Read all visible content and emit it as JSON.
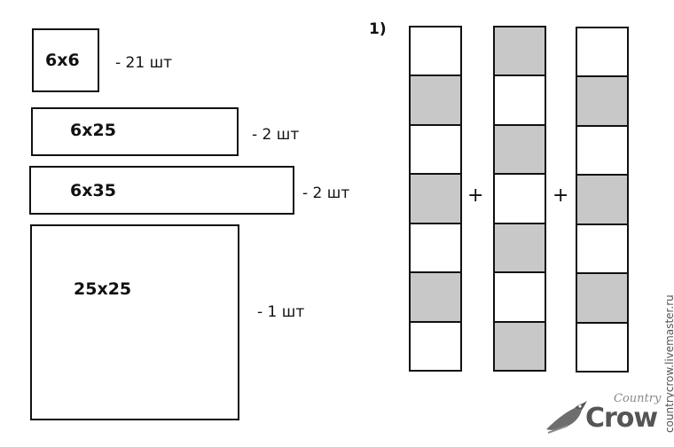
{
  "pieces": [
    {
      "label": "6x6",
      "qty": "- 21 шт"
    },
    {
      "label": "6x25",
      "qty": "- 2 шт"
    },
    {
      "label": "6x35",
      "qty": "- 2 шт"
    },
    {
      "label": "25x25",
      "qty": "- 1 шт"
    }
  ],
  "step_label": "1)",
  "strips": [
    [
      "white",
      "gray",
      "white",
      "gray",
      "white",
      "gray",
      "white"
    ],
    [
      "gray",
      "white",
      "gray",
      "white",
      "gray",
      "white",
      "gray"
    ],
    [
      "white",
      "gray",
      "white",
      "gray",
      "white",
      "gray",
      "white"
    ]
  ],
  "operators": [
    "+",
    "+"
  ],
  "colors": {
    "gray": "#c8c8c8",
    "white": "#ffffff",
    "line": "#111111"
  },
  "watermark": {
    "side_text": "countrycrow.livemaster.ru",
    "logo_small": "Country",
    "logo_big": "Crow",
    "logo_icon": "crow-bird-icon"
  }
}
